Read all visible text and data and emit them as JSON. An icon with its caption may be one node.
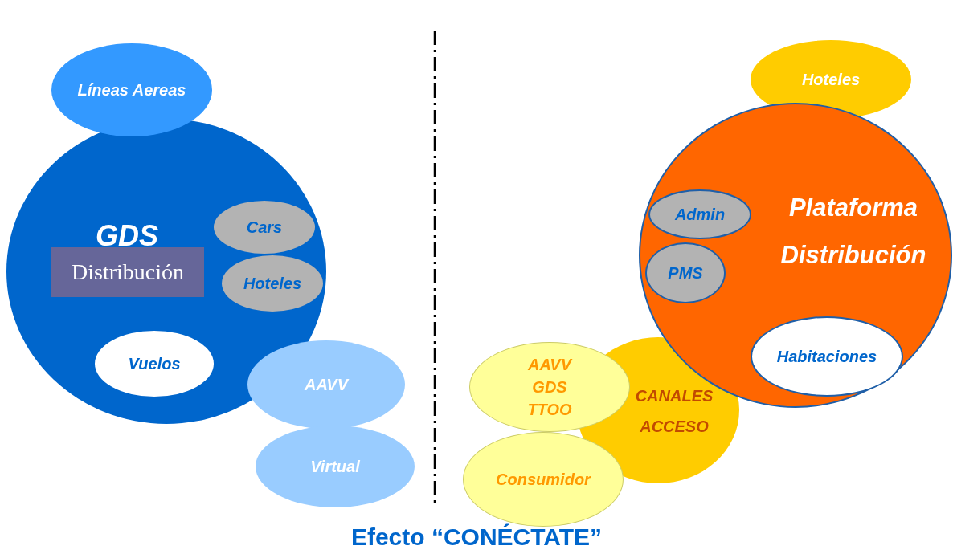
{
  "diagram": {
    "caption": "Efecto “CONÉCTATE”",
    "nodes": [
      {
        "text": [
          "Líneas Aereas"
        ]
      },
      {
        "text": [
          "GDS"
        ]
      },
      {
        "text": [
          "Distribución"
        ],
        "in": 1
      },
      {
        "text": [
          "Cars"
        ],
        "in": 1
      },
      {
        "text": [
          "Hoteles"
        ],
        "in": 1
      },
      {
        "text": [
          "Vuelos"
        ],
        "in": 1
      },
      {
        "text": [
          "AAVV"
        ]
      },
      {
        "text": [
          "Virtual"
        ]
      },
      {
        "text": [
          "Hoteles"
        ]
      },
      {
        "text": [
          "Plataforma Distribución"
        ]
      },
      {
        "text": [
          "Admin"
        ],
        "in": 9
      },
      {
        "text": [
          "PMS"
        ],
        "in": 9
      },
      {
        "text": [
          "Habitaciones"
        ],
        "in": 9
      },
      {
        "text": [
          "CANALES ACCESO"
        ]
      },
      {
        "text": [
          "AAVV GDS TTOO"
        ]
      },
      {
        "text": [
          "Consumidor"
        ]
      }
    ],
    "edges": []
  }
}
